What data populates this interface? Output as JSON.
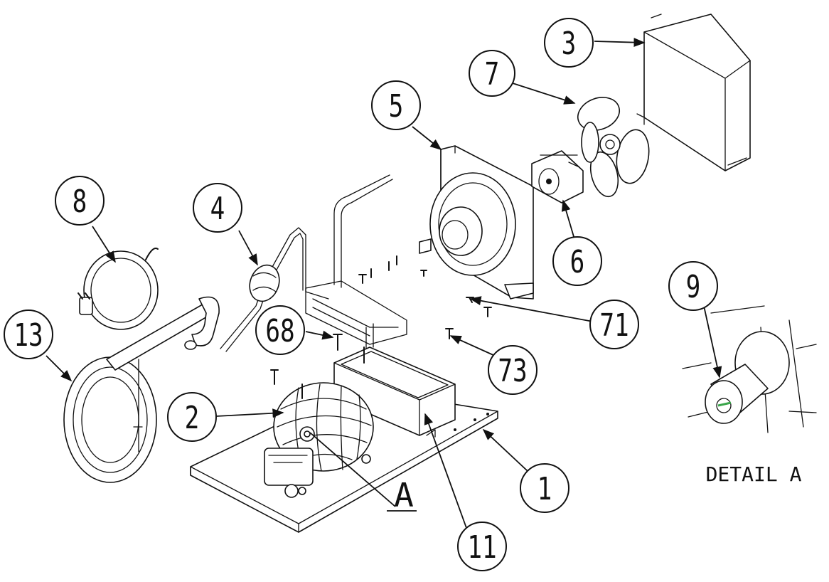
{
  "balloons": [
    {
      "id": "b1",
      "label": "1"
    },
    {
      "id": "b2",
      "label": "2"
    },
    {
      "id": "b3",
      "label": "3"
    },
    {
      "id": "b4",
      "label": "4"
    },
    {
      "id": "b5",
      "label": "5"
    },
    {
      "id": "b6",
      "label": "6"
    },
    {
      "id": "b7",
      "label": "7"
    },
    {
      "id": "b8",
      "label": "8"
    },
    {
      "id": "b9",
      "label": "9"
    },
    {
      "id": "b11",
      "label": "11"
    },
    {
      "id": "b13",
      "label": "13"
    },
    {
      "id": "b68",
      "label": "68"
    },
    {
      "id": "b71",
      "label": "71"
    },
    {
      "id": "b73",
      "label": "73"
    }
  ],
  "detail_callout": "A",
  "detail_caption": "DETAIL A"
}
